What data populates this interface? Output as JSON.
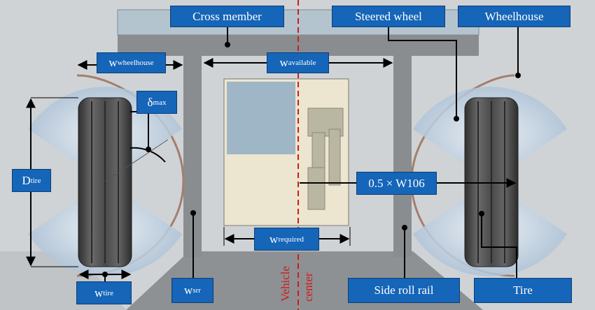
{
  "labels": {
    "cross_member": "Cross member",
    "steered_wheel": "Steered wheel",
    "wheelhouse": "Wheelhouse",
    "w_wheelhouse": {
      "base": "w",
      "sub": "wheelhouse"
    },
    "w_available": {
      "base": "w",
      "sub": "available"
    },
    "delta_max": {
      "base": "δ",
      "sub": "max"
    },
    "d_tire": {
      "base": "D",
      "sub": "tire"
    },
    "half_w106": "0.5 × W106",
    "w_required": {
      "base": "w",
      "sub": "required"
    },
    "w_tire": {
      "base": "w",
      "sub": "tire"
    },
    "w_srr": {
      "base": "w",
      "sub": "srr"
    },
    "side_roll_rail": "Side roll rail",
    "tire": "Tire"
  },
  "vehicle_center": {
    "line1": "Vehicle",
    "line2": "center"
  },
  "colors": {
    "label_bg": "#1565b8",
    "center_line": "#d11919",
    "background": "#cfd3d6",
    "frame": "#8a8d90",
    "cross_member": "#b4c4cf",
    "tire": "#444444",
    "sweep": "#c3d4e4"
  }
}
